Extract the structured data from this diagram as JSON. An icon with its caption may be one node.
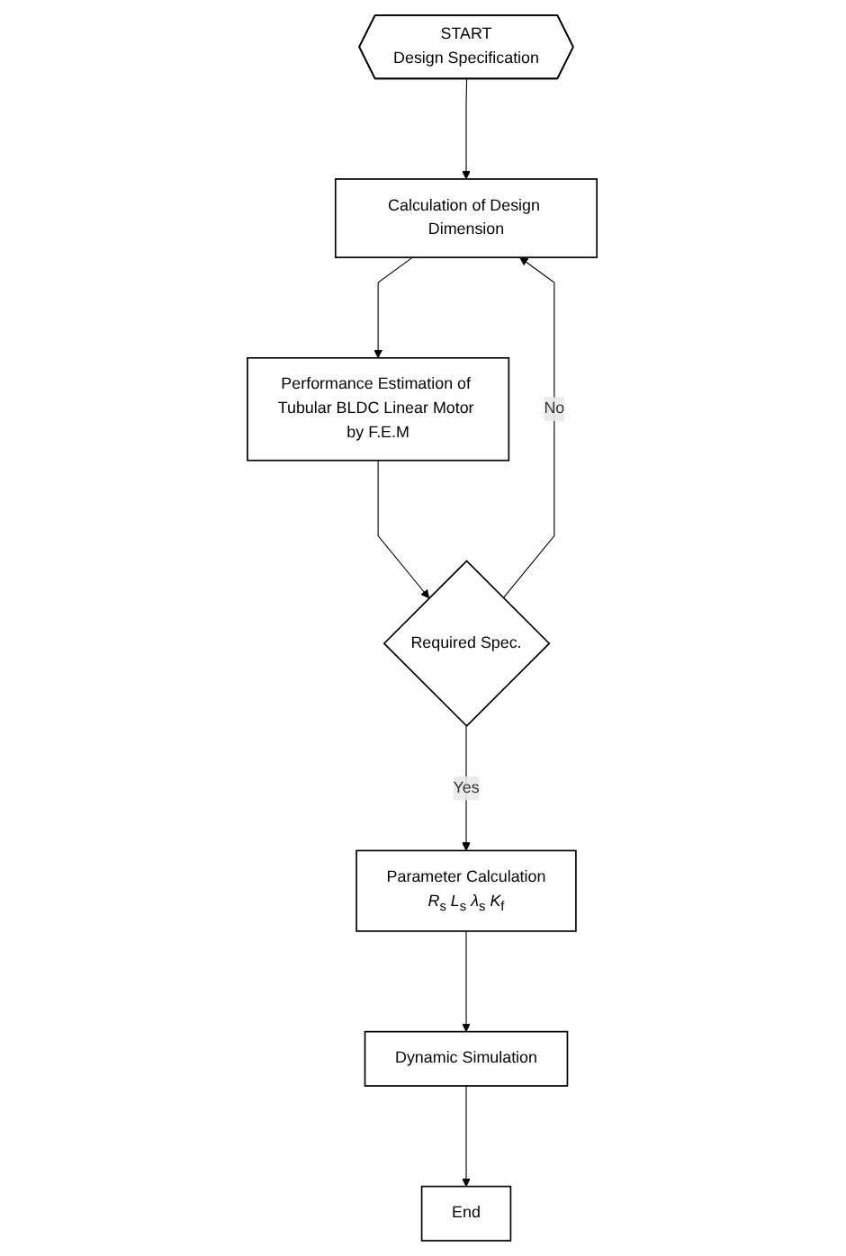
{
  "diagram": {
    "nodes": [
      {
        "text": [
          "START",
          "Design Specification"
        ]
      },
      {
        "text": [
          "Calculation of Design Dimension"
        ]
      },
      {
        "text": [
          "Performance Estimation of Tubular BLDC Linear Motor by F.E.M"
        ]
      },
      {
        "text": [
          "Required Spec."
        ]
      },
      {
        "text": [
          "Parameter Calculation",
          "*R*$_{s}$ *L*$_{s}$ *λ*$_{s}$ *K*$_{f}$"
        ]
      },
      {
        "text": [
          "Dynamic Simulation"
        ]
      },
      {
        "text": [
          "End"
        ]
      }
    ],
    "edges": [
      {
        "from": 0,
        "to": 1,
        "arrow": "to"
      },
      {
        "from": 1,
        "to": 2,
        "arrow": "to"
      },
      {
        "from": 2,
        "to": 3,
        "arrow": "to"
      },
      {
        "from": 3,
        "to": 1,
        "arrow": "to",
        "label": "No"
      },
      {
        "from": 3,
        "to": 4,
        "arrow": "to",
        "label": "Yes"
      },
      {
        "from": 4,
        "to": 5,
        "arrow": "to"
      },
      {
        "from": 5,
        "to": 6,
        "arrow": "to"
      }
    ]
  }
}
